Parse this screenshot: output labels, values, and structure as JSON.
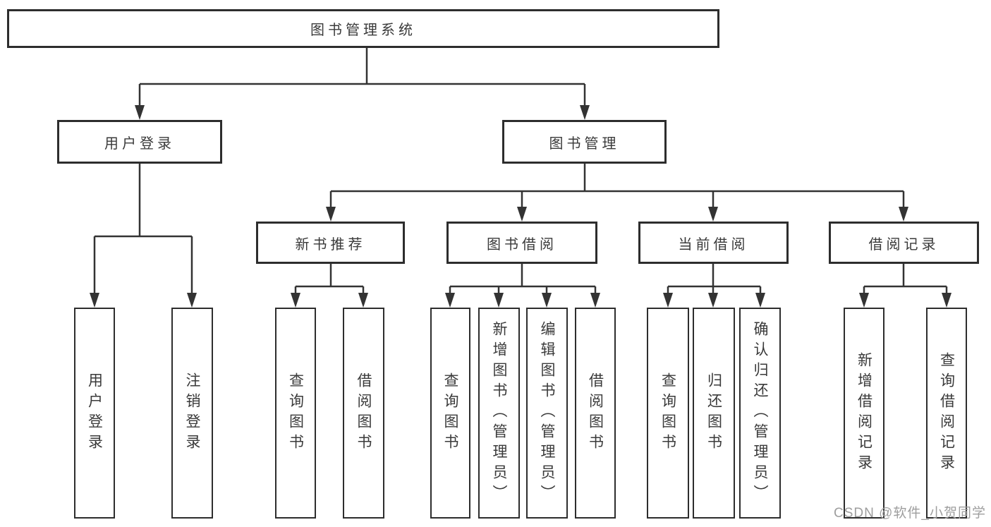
{
  "diagram": {
    "title": "图书管理系统",
    "level2": [
      {
        "label": "用户登录"
      },
      {
        "label": "图书管理"
      }
    ],
    "level3": [
      {
        "label": "新书推荐"
      },
      {
        "label": "图书借阅"
      },
      {
        "label": "当前借阅"
      },
      {
        "label": "借阅记录"
      }
    ],
    "leaves": [
      {
        "label": "用户登录",
        "parent": "用户登录"
      },
      {
        "label": "注销登录",
        "parent": "用户登录"
      },
      {
        "label": "查询图书",
        "parent": "新书推荐"
      },
      {
        "label": "借阅图书",
        "parent": "新书推荐"
      },
      {
        "label": "查询图书",
        "parent": "图书借阅"
      },
      {
        "label": "新增图书（管理员）",
        "parent": "图书借阅"
      },
      {
        "label": "编辑图书（管理员）",
        "parent": "图书借阅"
      },
      {
        "label": "借阅图书",
        "parent": "图书借阅"
      },
      {
        "label": "查询图书",
        "parent": "当前借阅"
      },
      {
        "label": "归还图书",
        "parent": "当前借阅"
      },
      {
        "label": "确认归还（管理员）",
        "parent": "当前借阅"
      },
      {
        "label": "新增借阅记录",
        "parent": "借阅记录"
      },
      {
        "label": "查询借阅记录",
        "parent": "借阅记录"
      }
    ]
  },
  "watermark": {
    "text": "CSDN @软件_小贺同学"
  },
  "colors": {
    "bg": "#ffffff",
    "line": "#333333",
    "border": "#2d2d2d",
    "fill": "#ffffff",
    "text": "#3a3a3a",
    "watermark": "#9e9e9e"
  }
}
